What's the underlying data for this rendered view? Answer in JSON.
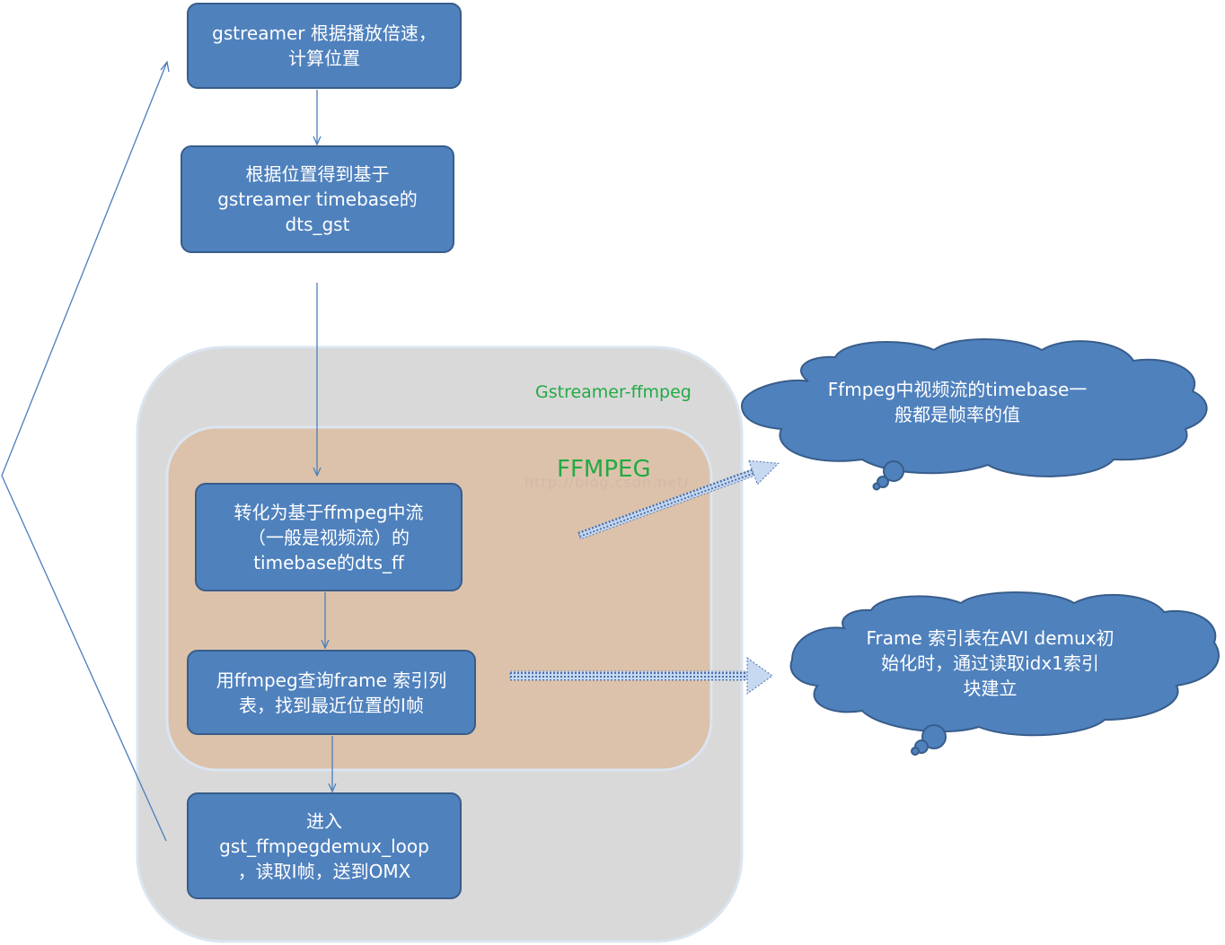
{
  "groups": {
    "gstreamer_ffmpeg": "Gstreamer-ffmpeg",
    "ffmpeg": "FFMPEG"
  },
  "boxes": {
    "calc_position": "gstreamer 根据播放倍速，\n计算位置",
    "dts_gst": "根据位置得到基于\ngstreamer timebase的\ndts_gst",
    "dts_ff": "转化为基于ffmpeg中流\n（一般是视频流）的\ntimebase的dts_ff",
    "find_iframe": "用ffmpeg查询frame 索引列\n表，找到最近位置的I帧",
    "demux_loop": "进入\ngst_ffmpegdemux_loop\n，读取I帧，送到OMX"
  },
  "clouds": {
    "timebase_note": "Ffmpeg中视频流的timebase一\n般都是帧率的值",
    "index_note": "Frame 索引表在AVI demux初\n始化时，通过读取idx1索引\n块建立"
  },
  "watermark": "http://blog.csdn.net/",
  "colors": {
    "box_fill": "#4f81bd",
    "box_border": "#385d8a",
    "outer_group_fill": "#d9d9d9",
    "inner_group_fill": "#dcc2ab",
    "group_label": "#22aa44"
  }
}
